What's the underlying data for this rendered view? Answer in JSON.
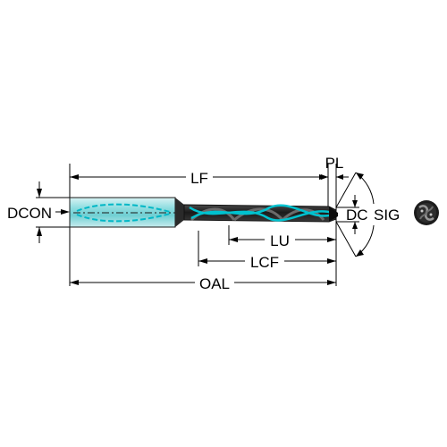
{
  "labels": {
    "lf": "LF",
    "pl": "PL",
    "dcon": "DCON",
    "dc": "DC",
    "sig": "SIG",
    "lu": "LU",
    "lcf": "LCF",
    "oal": "OAL"
  },
  "colors": {
    "tool_body": "#1f1f1f",
    "shank_highlight": "#7fdcdf",
    "coolant_channel": "#00b7c6",
    "line": "#000000"
  },
  "icons": {
    "end_view": "drill-end-view-icon"
  }
}
